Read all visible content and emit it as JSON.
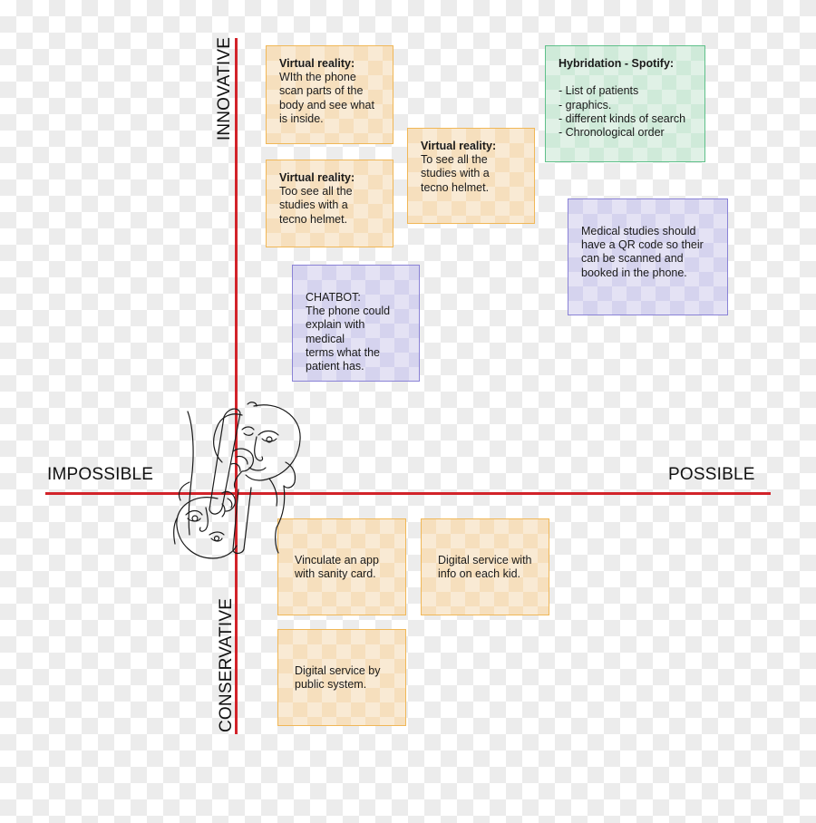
{
  "axes": {
    "left": "IMPOSSIBLE",
    "right": "POSSIBLE",
    "top": "INNOVATIVE",
    "bottom": "CONSERVATIVE"
  },
  "notes": {
    "vr_scan": {
      "title": "Virtual reality:",
      "body": "WIth the phone\nscan parts of the\nbody and see what\nis inside."
    },
    "vr_helmet_a": {
      "title": "Virtual reality:",
      "body": "Too see all the\nstudies with a\ntecno helmet."
    },
    "vr_helmet_b": {
      "title": "Virtual reality:",
      "body": "To see all the\nstudies with a\ntecno helmet."
    },
    "hybrid": {
      "title": "Hybridation - Spotify:",
      "body": "\n- List of patients\n- graphics.\n- different kinds of search\n- Chronological order"
    },
    "qr": {
      "body": "Medical studies should\nhave a QR code so their\ncan be scanned and\nbooked in the phone."
    },
    "chatbot": {
      "body": "CHATBOT:\nThe phone could\nexplain with medical\nterms what the\npatient has."
    },
    "sanity": {
      "body": "Vinculate an app\nwith sanity card."
    },
    "kid": {
      "body": "Digital service with\ninfo on each kid."
    },
    "public": {
      "body": "Digital service by\npublic system."
    }
  },
  "colors": {
    "axis": "#d2232a",
    "orange_fill": "#f6dfbd",
    "orange_border": "#f0b757",
    "green_fill": "#cfead9",
    "green_border": "#5fc08a",
    "purple_fill": "#d5d3ee",
    "purple_border": "#8a82d6"
  },
  "icons": {
    "figure": "line-art-faces-illustration"
  }
}
